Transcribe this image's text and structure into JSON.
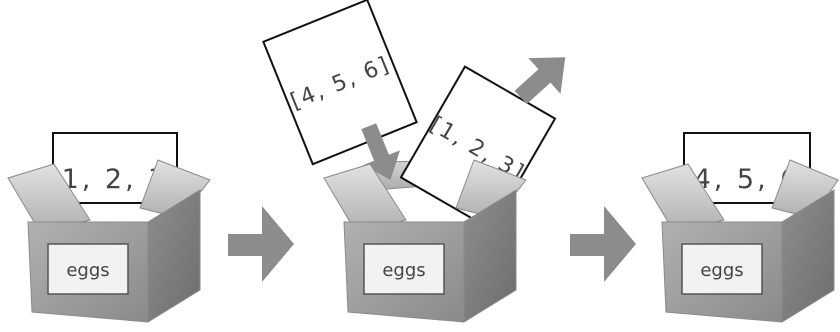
{
  "diagram": {
    "box_label": "eggs",
    "step1": {
      "card_text": "[1, 2, 3]"
    },
    "step2": {
      "incoming_card_text": "[4, 5, 6]",
      "outgoing_card_text": "[1, 2, 3]"
    },
    "step3": {
      "card_text": "[4, 5, 6]"
    }
  },
  "colors": {
    "box_front": "#9a9a9a",
    "box_side": "#7c7c7c",
    "box_inner": "#cfcfcf",
    "box_flap": "#b9b9b9",
    "box_edge": "#8a8a8a",
    "arrow": "#8c8c8c",
    "label_bg": "#f2f2f2",
    "card_bg": "#ffffff",
    "card_border": "#111111",
    "text": "#444444"
  }
}
